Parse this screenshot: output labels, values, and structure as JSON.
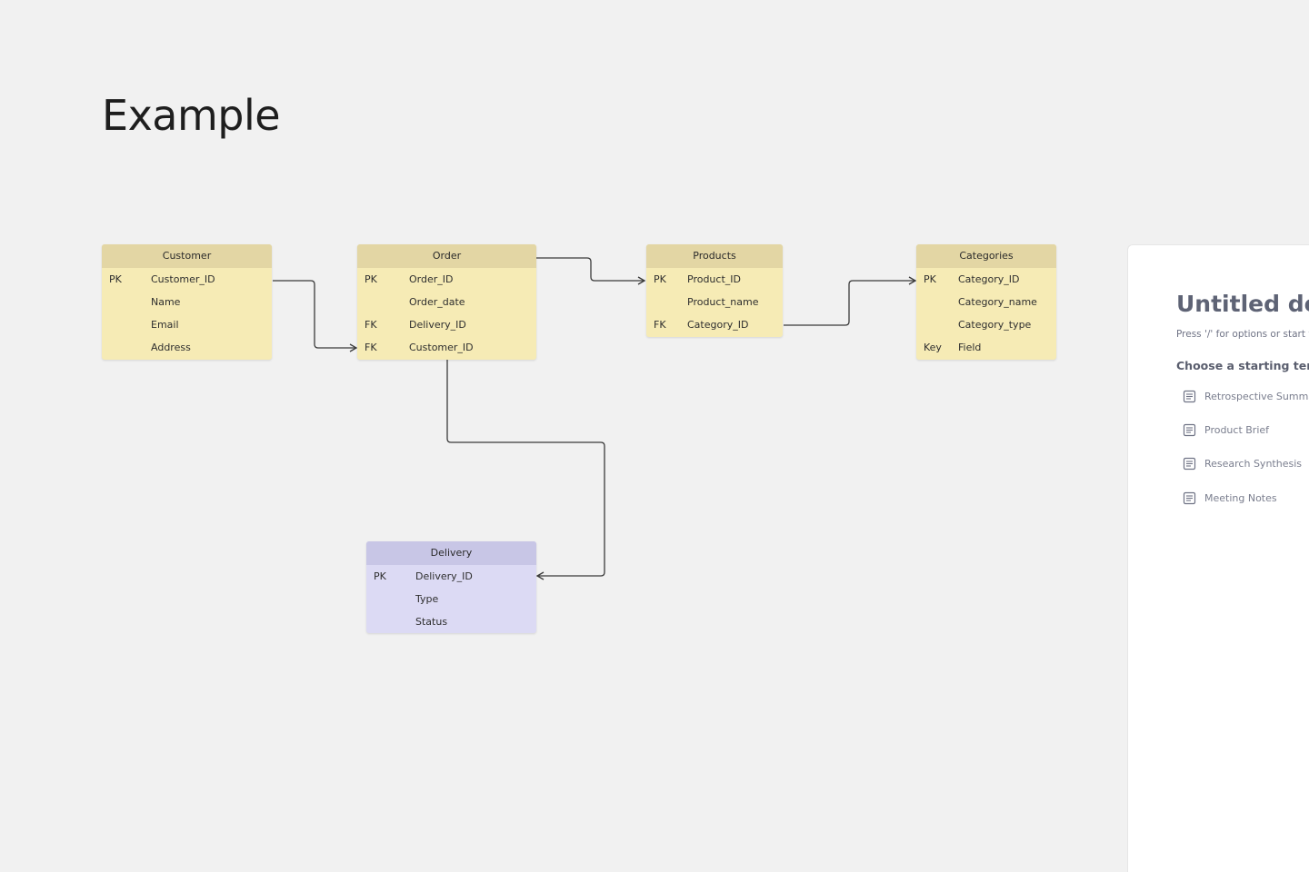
{
  "board": {
    "title": "Example"
  },
  "entities": {
    "customer": {
      "header": "Customer",
      "rows": [
        {
          "key": "PK",
          "field": "Customer_ID"
        },
        {
          "key": "",
          "field": "Name"
        },
        {
          "key": "",
          "field": "Email"
        },
        {
          "key": "",
          "field": "Address"
        }
      ]
    },
    "order": {
      "header": "Order",
      "rows": [
        {
          "key": "PK",
          "field": "Order_ID"
        },
        {
          "key": "",
          "field": "Order_date"
        },
        {
          "key": "FK",
          "field": "Delivery_ID"
        },
        {
          "key": "FK",
          "field": "Customer_ID"
        }
      ]
    },
    "products": {
      "header": "Products",
      "rows": [
        {
          "key": "PK",
          "field": "Product_ID"
        },
        {
          "key": "",
          "field": "Product_name"
        },
        {
          "key": "FK",
          "field": "Category_ID"
        }
      ]
    },
    "categories": {
      "header": "Categories",
      "rows": [
        {
          "key": "PK",
          "field": "Category_ID"
        },
        {
          "key": "",
          "field": "Category_name"
        },
        {
          "key": "",
          "field": "Category_type"
        },
        {
          "key": "Key",
          "field": "Field"
        }
      ]
    },
    "delivery": {
      "header": "Delivery",
      "rows": [
        {
          "key": "PK",
          "field": "Delivery_ID"
        },
        {
          "key": "",
          "field": "Type"
        },
        {
          "key": "",
          "field": "Status"
        }
      ]
    }
  },
  "colors": {
    "entity_body_yellow": "#f6ebb5",
    "entity_header_yellow": "#e3d6a4",
    "entity_body_purple": "#dcdaf4",
    "entity_header_purple": "#c8c6e6",
    "connector": "#3a3a3a"
  },
  "doc_panel": {
    "title": "Untitled doc",
    "hint": "Press '/' for options or start w",
    "section_label": "Choose a starting templa",
    "templates": [
      {
        "label": "Retrospective Summar",
        "icon": "document-icon"
      },
      {
        "label": "Product Brief",
        "icon": "document-icon"
      },
      {
        "label": "Research Synthesis",
        "icon": "document-icon"
      },
      {
        "label": "Meeting Notes",
        "icon": "document-icon"
      }
    ]
  }
}
